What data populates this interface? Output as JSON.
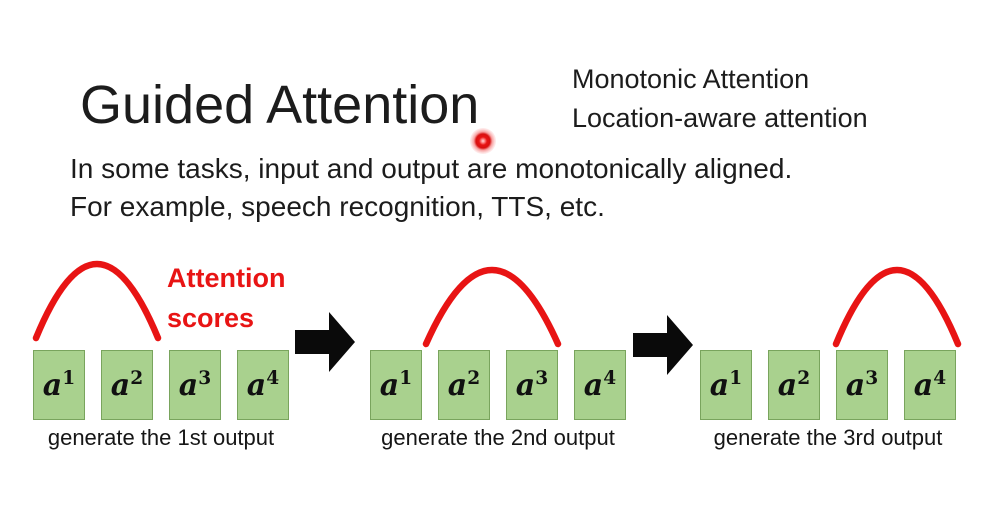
{
  "slide": {
    "title": "Guided Attention",
    "header_right_lines": [
      "Monotonic Attention",
      "Location-aware attention"
    ],
    "body_lines": [
      "In some tasks, input and output are monotonically aligned.",
      "For example, speech recognition, TTS, etc."
    ],
    "attention_label_lines": [
      "Attention",
      "scores"
    ]
  },
  "diagram": {
    "groups": [
      {
        "caption": "generate the 1st output",
        "curve_over": "a1-a2",
        "boxes": [
          {
            "base": "a",
            "sup": "1"
          },
          {
            "base": "a",
            "sup": "2"
          },
          {
            "base": "a",
            "sup": "3"
          },
          {
            "base": "a",
            "sup": "4"
          }
        ]
      },
      {
        "caption": "generate the 2nd output",
        "curve_over": "a2-a3",
        "boxes": [
          {
            "base": "a",
            "sup": "1"
          },
          {
            "base": "a",
            "sup": "2"
          },
          {
            "base": "a",
            "sup": "3"
          },
          {
            "base": "a",
            "sup": "4"
          }
        ]
      },
      {
        "caption": "generate the 3rd output",
        "curve_over": "a3-a4",
        "boxes": [
          {
            "base": "a",
            "sup": "1"
          },
          {
            "base": "a",
            "sup": "2"
          },
          {
            "base": "a",
            "sup": "3"
          },
          {
            "base": "a",
            "sup": "4"
          }
        ]
      }
    ]
  },
  "colors": {
    "background": "#ffffff",
    "text_primary": "#1c1c1c",
    "accent_red": "#e81414",
    "box_fill": "#a9d18e",
    "box_border": "#79a45d",
    "arrow_black": "#0a0a0a"
  }
}
